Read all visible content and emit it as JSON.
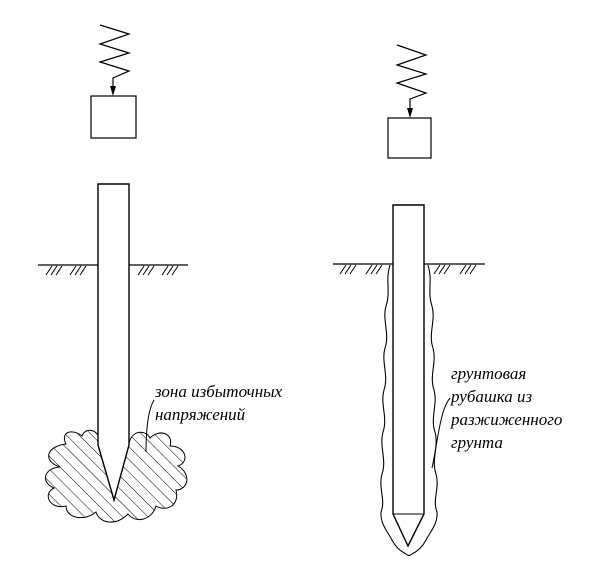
{
  "diagram": {
    "left_label": [
      "зона избыточных",
      "напряжений"
    ],
    "right_label": [
      "грунтовая",
      "рубашка из",
      "разжиженного",
      "грунта"
    ],
    "colors": {
      "ink": "#000000",
      "background": "#ffffff"
    }
  }
}
